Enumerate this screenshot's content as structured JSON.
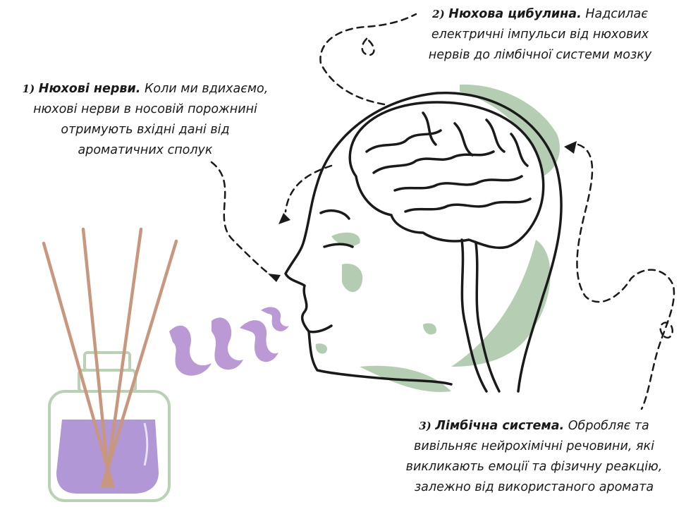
{
  "captions": [
    {
      "number": "1)",
      "term": "Нюхові нерви.",
      "line1": "Коли ми вдихаємо,",
      "line2": "нюхові нерви в носовій порожнині",
      "line3": "отримують вхідні дані від",
      "line4": "ароматичних сполук"
    },
    {
      "number": "2)",
      "term": "Нюхова цибулина.",
      "line1": "Надсилає",
      "line2": "електричні імпульси від нюхових",
      "line3": "нервів до лімбічної системи мозку",
      "line4": ""
    },
    {
      "number": "3)",
      "term": "Лімбічна система.",
      "line1": "Обробляє та",
      "line2": "вивільняє нейрохімічні речовини, які",
      "line3": "викликають емоції та фізичну реакцію,",
      "line4": "залежно від використаного аромата"
    }
  ],
  "colors": {
    "ink": "#1a1a1a",
    "sage": "#a8c4a4",
    "lavender": "#b38fd0",
    "liquid": "#a98cd0",
    "stick": "#c9967e",
    "glass": "#b9d1b5"
  }
}
